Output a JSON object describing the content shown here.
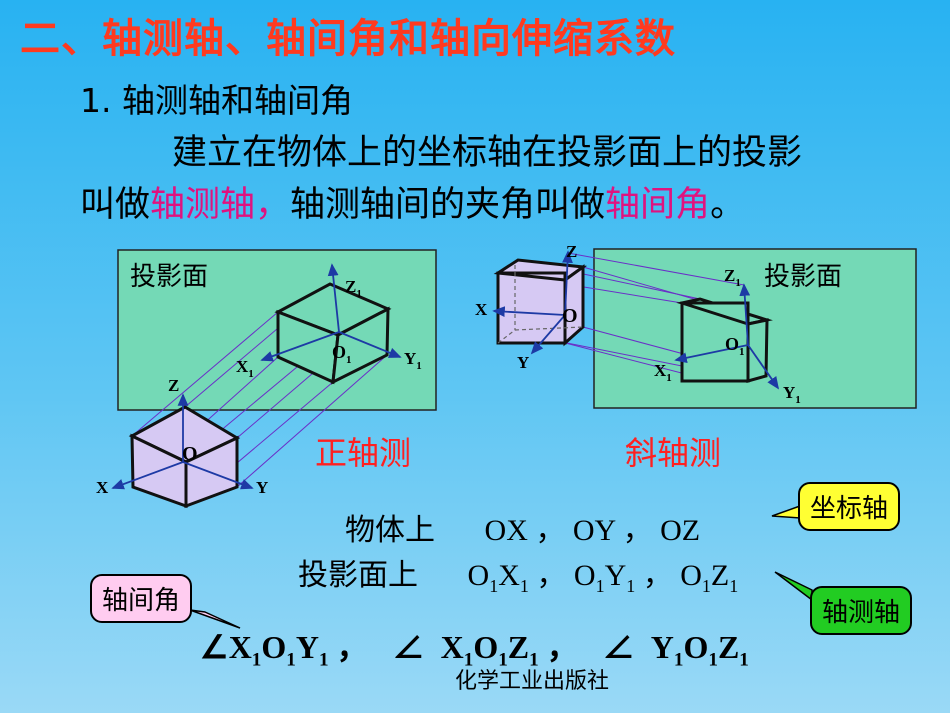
{
  "title": "二、轴测轴、轴间角和轴向伸缩系数",
  "subtitle": "1.  轴测轴和轴间角",
  "para": {
    "line1": "建立在物体上的坐标轴在投影面上的投影",
    "line2_a": "叫做",
    "term1": "轴测轴，",
    "line2_b": "轴测轴间的夹角叫做",
    "term2": "轴间角",
    "line2_end": "。"
  },
  "diagram": {
    "left_plane_label": "投影面",
    "right_plane_label": "投影面",
    "left_caption": "正轴测",
    "right_caption": "斜轴测",
    "axis": {
      "x": "X",
      "y": "Y",
      "z": "Z",
      "o": "O",
      "x1": "X",
      "y1": "Y",
      "z1": "Z",
      "o1": "O",
      "sub1": "1"
    }
  },
  "rows": {
    "object_label": "物体上",
    "object_axes": "OX ，    OY ，    OZ",
    "proj_label": "投影面上",
    "proj_a": "O",
    "proj_b": "X",
    "proj_c": "Y",
    "proj_d": "Z",
    "sub": "1"
  },
  "callouts": {
    "coord_axis": "坐标轴",
    "inter_axis_angle": "轴间角",
    "axono_axis": "轴测轴"
  },
  "colors": {
    "title": "#ff3a1f",
    "term": "#e0137f",
    "plane": "#74d9b6",
    "callout_yellow": "#ffff33",
    "callout_pink": "#ffccf0",
    "callout_green": "#22cc22"
  },
  "angles": {
    "angle_symbol": "∠",
    "X": "X",
    "O": "O",
    "Y": "Y",
    "Z": "Z",
    "sub": "1",
    "sep": "，"
  },
  "footer": "化学工业出版社"
}
